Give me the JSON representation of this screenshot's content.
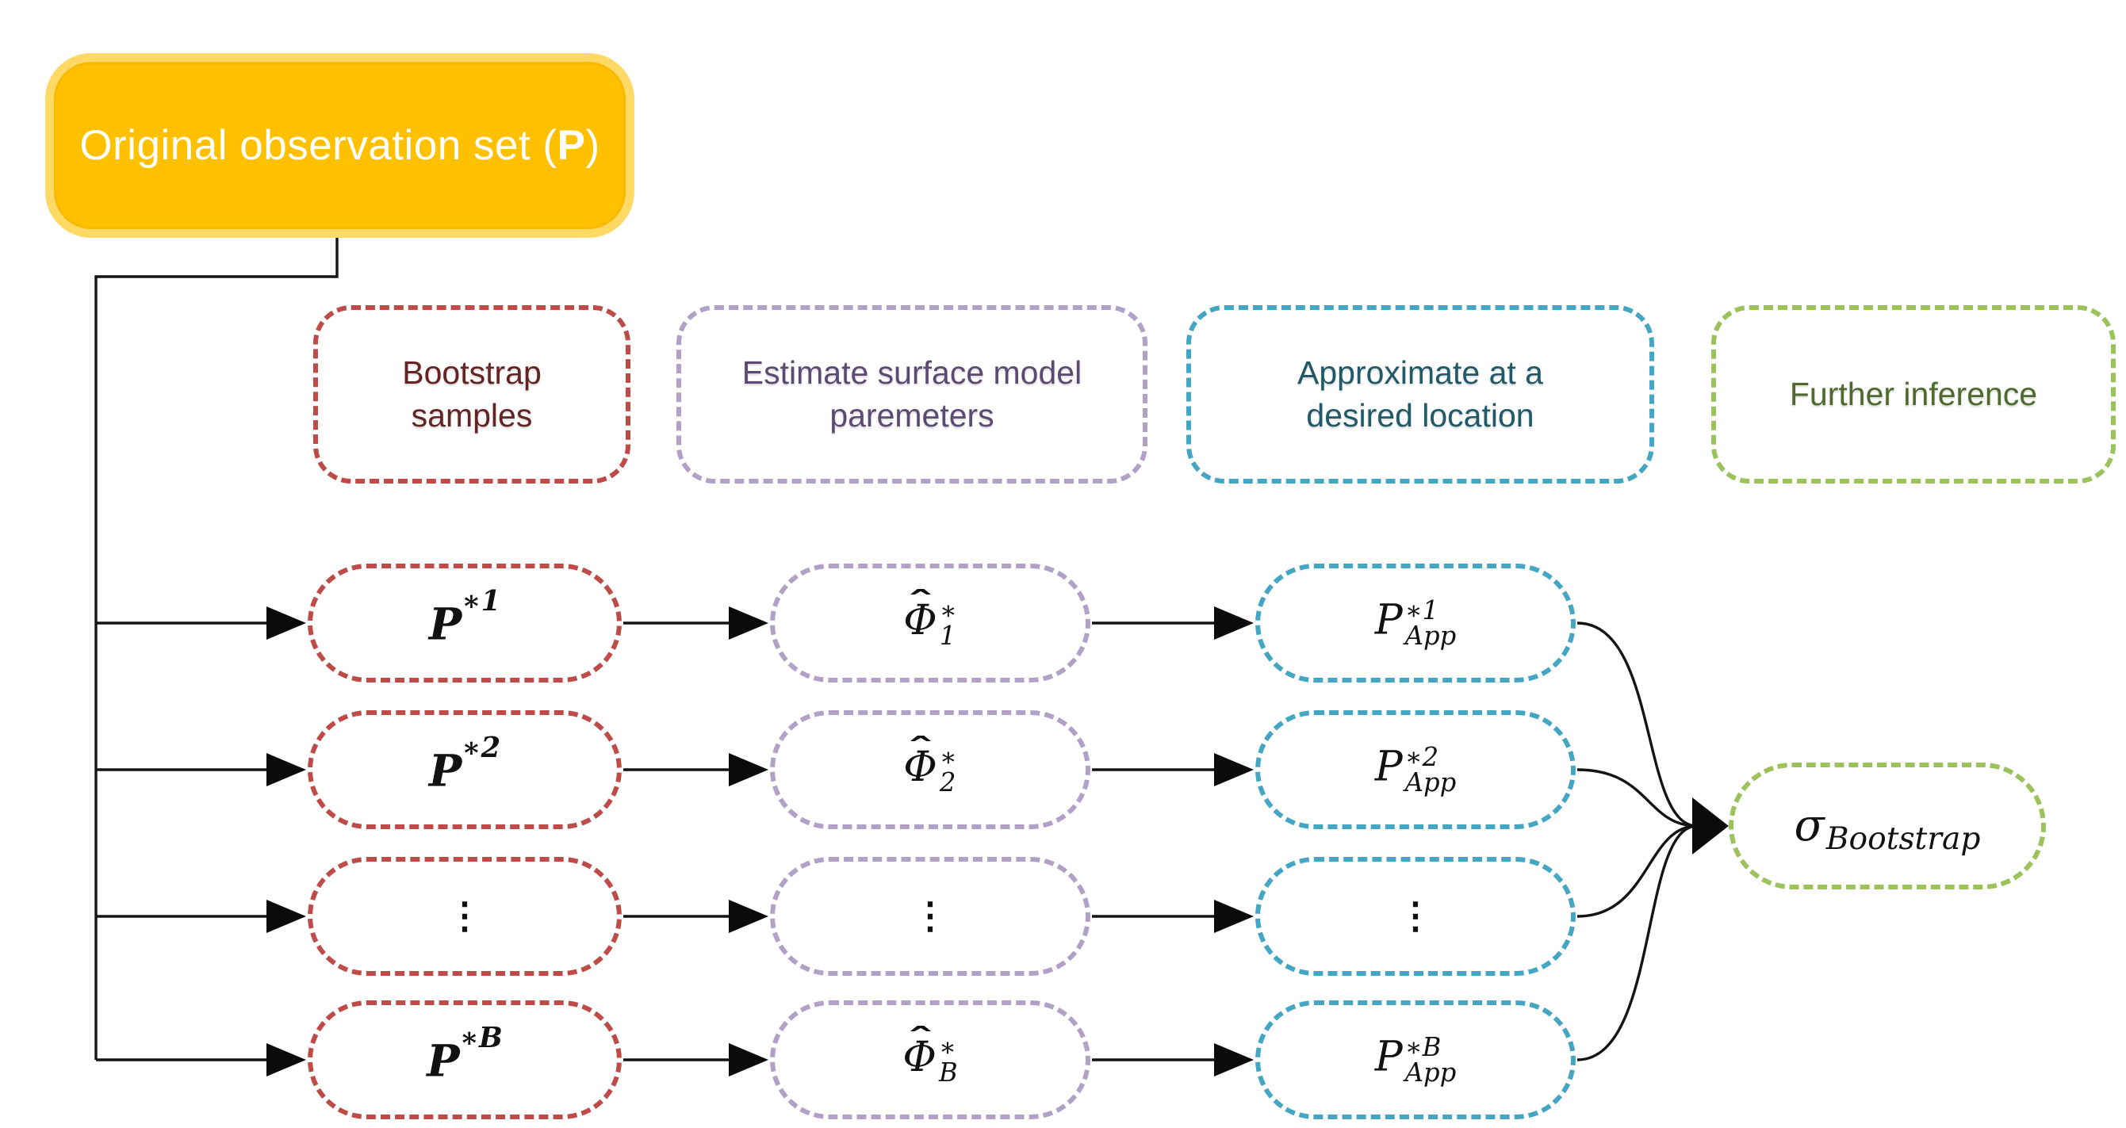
{
  "origin": {
    "pre": "Original observation set (",
    "bold": "P",
    "post": ")"
  },
  "headers": {
    "bootstrap": "Bootstrap samples",
    "estimate": "Estimate surface model paremeters",
    "approximate": "Approximate at a desired location",
    "inference": "Further inference"
  },
  "rows": [
    {
      "sample": {
        "base": "P",
        "sup": "∗1"
      },
      "params": {
        "base": "Φ",
        "hat": "ˆ",
        "sup": "∗",
        "sub": "1"
      },
      "approx": {
        "base": "P",
        "sup": "∗1",
        "sub": "App"
      }
    },
    {
      "sample": {
        "base": "P",
        "sup": "∗2"
      },
      "params": {
        "base": "Φ",
        "hat": "ˆ",
        "sup": "∗",
        "sub": "2"
      },
      "approx": {
        "base": "P",
        "sup": "∗2",
        "sub": "App"
      }
    },
    {
      "sample": {
        "dots": "⋮"
      },
      "params": {
        "dots": "⋮"
      },
      "approx": {
        "dots": "⋮"
      }
    },
    {
      "sample": {
        "base": "P",
        "sup": "∗B"
      },
      "params": {
        "base": "Φ",
        "hat": "ˆ",
        "sup": "∗",
        "sub": "B"
      },
      "approx": {
        "base": "P",
        "sup": "∗B",
        "sub": "App"
      }
    }
  ],
  "result": {
    "base": "σ",
    "sub": "Bootstrap"
  },
  "colors": {
    "origin_fill": "#FFC000",
    "origin_border": "#FFD966",
    "samples_border": "#BE4B48",
    "samples_text": "#632423",
    "params_border": "#B2A1C7",
    "params_text": "#5B4B73",
    "approx_border": "#45A6C3",
    "approx_text": "#215968",
    "inference_border": "#9CC25B",
    "inference_text": "#4F6A2D",
    "wire": "#141414"
  }
}
